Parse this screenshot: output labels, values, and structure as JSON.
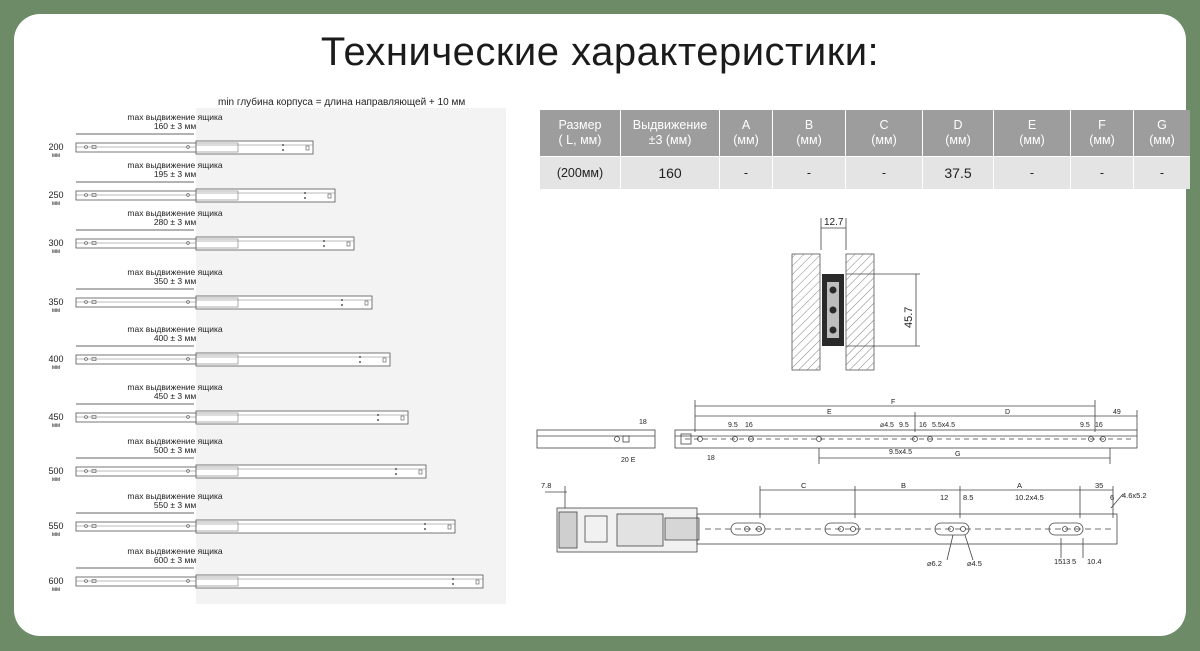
{
  "title": "Технические характеристики:",
  "min_note": "min глубина корпуса = длина направляющей + 10 мм",
  "rails": [
    {
      "size": "200",
      "unit": "мм",
      "label": "max выдвижение ящика",
      "value": "160 ± 3 мм"
    },
    {
      "size": "250",
      "unit": "мм",
      "label": "max выдвижение ящика",
      "value": "195 ± 3 мм"
    },
    {
      "size": "300",
      "unit": "мм",
      "label": "max выдвижение ящика",
      "value": "280 ± 3 мм"
    },
    {
      "size": "350",
      "unit": "мм",
      "label": "max выдвижение ящика",
      "value": "350 ± 3 мм"
    },
    {
      "size": "400",
      "unit": "мм",
      "label": "max выдвижение ящика",
      "value": "400 ± 3 мм"
    },
    {
      "size": "450",
      "unit": "мм",
      "label": "max выдвижение ящика",
      "value": "450 ± 3 мм"
    },
    {
      "size": "500",
      "unit": "мм",
      "label": "max выдвижение ящика",
      "value": "500 ± 3 мм"
    },
    {
      "size": "550",
      "unit": "мм",
      "label": "max выдвижение ящика",
      "value": "550 ± 3 мм"
    },
    {
      "size": "600",
      "unit": "мм",
      "label": "max выдвижение ящика",
      "value": "600 ± 3 мм"
    }
  ],
  "table": {
    "headers": [
      [
        "Размер",
        "( L, мм)"
      ],
      [
        "Выдвижение",
        "±3 (мм)"
      ],
      [
        "A",
        "(мм)"
      ],
      [
        "B",
        "(мм)"
      ],
      [
        "C",
        "(мм)"
      ],
      [
        "D",
        "(мм)"
      ],
      [
        "E",
        "(мм)"
      ],
      [
        "F",
        "(мм)"
      ],
      [
        "G",
        "(мм)"
      ]
    ],
    "row": [
      "(200мм)",
      "160",
      "-",
      "-",
      "-",
      "37.5",
      "-",
      "-",
      "-"
    ]
  },
  "profile_dims": {
    "width": "12.7",
    "height": "45.7"
  },
  "top_drawing": {
    "labels": {
      "F": "F",
      "E": "E",
      "D": "D",
      "G": "G"
    },
    "dims": [
      "18",
      "20 E",
      "18",
      "9.5",
      "16",
      "⌀4.5",
      "9.5",
      "16",
      "5.5x4.5",
      "9.5x4.5",
      "9.5",
      "16",
      "49"
    ]
  },
  "bottom_drawing": {
    "labels": {
      "C": "C",
      "B": "B",
      "A": "A"
    },
    "dims": [
      "7.8",
      "12",
      "8.5",
      "10.2x4.5",
      "35",
      "6",
      "4.6x5.2",
      "⌀6.2",
      "⌀4.5",
      "15",
      "13",
      "5",
      "10.4"
    ]
  }
}
